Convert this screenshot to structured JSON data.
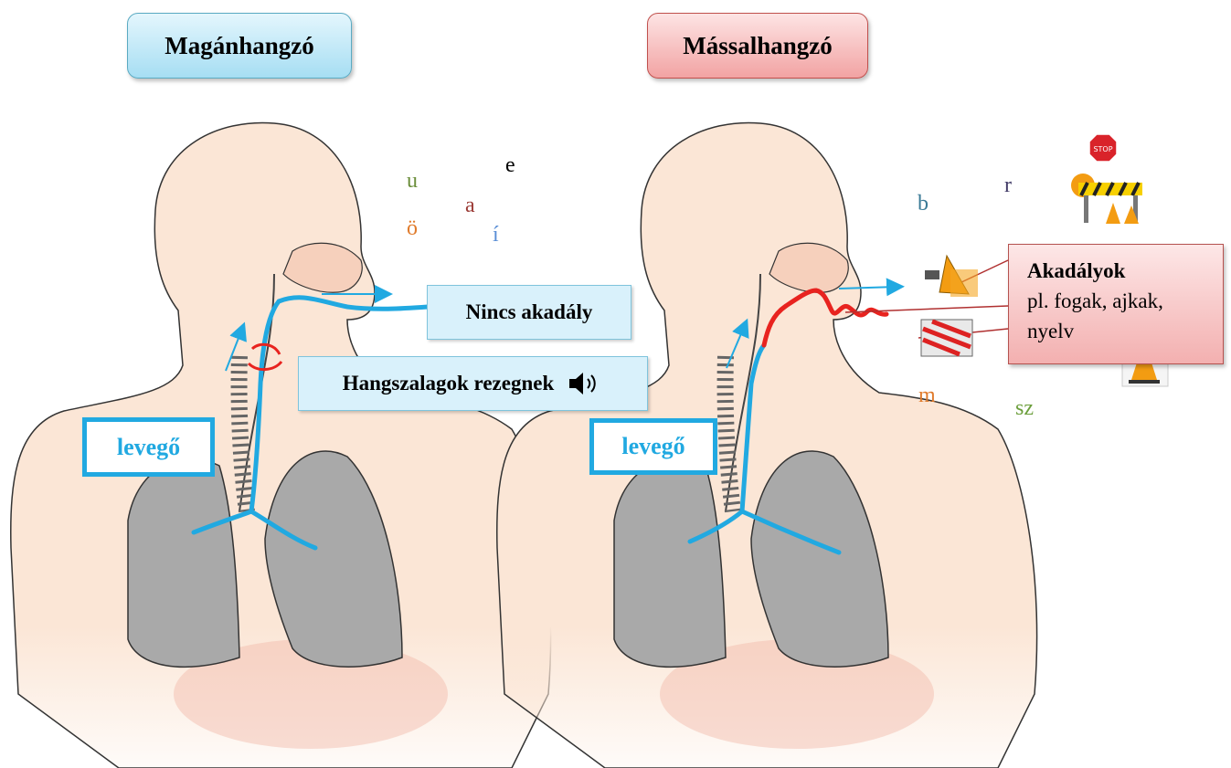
{
  "left_panel": {
    "title": "Magánhangzó",
    "no_obstacle_label": "Nincs akadály",
    "vocal_cords_label": "Hangszalagok rezegnek",
    "air_label": "levegő",
    "letters": [
      {
        "text": "e",
        "color": "#000000"
      },
      {
        "text": "u",
        "color": "#6b8e3b"
      },
      {
        "text": "a",
        "color": "#9b3b36"
      },
      {
        "text": "ö",
        "color": "#e07b2c"
      },
      {
        "text": "í",
        "color": "#5b8fd6"
      }
    ]
  },
  "right_panel": {
    "title": "Mássalhangzó",
    "obstacles_heading": "Akadályok",
    "obstacles_text_1": "pl. fogak, ajkak,",
    "obstacles_text_2": "nyelv",
    "air_label": "levegő",
    "letters": [
      {
        "text": "b",
        "color": "#3a7a96"
      },
      {
        "text": "r",
        "color": "#403a66"
      },
      {
        "text": "m",
        "color": "#e07b2c"
      },
      {
        "text": "sz",
        "color": "#6b9e3b"
      }
    ],
    "stop_sign_text": "STOP"
  },
  "colors": {
    "airflow": "#21a9e1",
    "obstacle_path": "#e8231f",
    "skin": "#fbe6d6",
    "lung": "#a9a9a9"
  }
}
